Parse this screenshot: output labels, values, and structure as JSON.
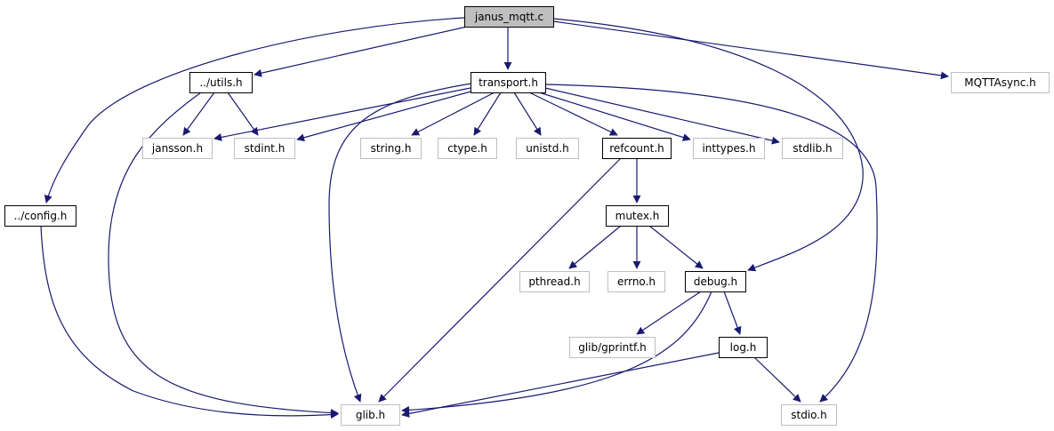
{
  "colors": {
    "edge": "#191970",
    "root_fill": "#bfbfbf",
    "documented_border": "#000000",
    "external_border": "#bfbfbf",
    "node_fill": "#ffffff"
  },
  "graph": {
    "nodes": [
      {
        "id": "janus_mqtt_c",
        "label": "janus_mqtt.c",
        "style": "root"
      },
      {
        "id": "utils_h",
        "label": "../utils.h",
        "style": "documented"
      },
      {
        "id": "transport_h",
        "label": "transport.h",
        "style": "documented"
      },
      {
        "id": "mqttasync_h",
        "label": "MQTTAsync.h",
        "style": "external"
      },
      {
        "id": "config_h",
        "label": "../config.h",
        "style": "documented"
      },
      {
        "id": "jansson_h",
        "label": "jansson.h",
        "style": "external"
      },
      {
        "id": "stdint_h",
        "label": "stdint.h",
        "style": "external"
      },
      {
        "id": "string_h",
        "label": "string.h",
        "style": "external"
      },
      {
        "id": "ctype_h",
        "label": "ctype.h",
        "style": "external"
      },
      {
        "id": "unistd_h",
        "label": "unistd.h",
        "style": "external"
      },
      {
        "id": "refcount_h",
        "label": "refcount.h",
        "style": "documented"
      },
      {
        "id": "inttypes_h",
        "label": "inttypes.h",
        "style": "external"
      },
      {
        "id": "stdlib_h",
        "label": "stdlib.h",
        "style": "external"
      },
      {
        "id": "mutex_h",
        "label": "mutex.h",
        "style": "documented"
      },
      {
        "id": "pthread_h",
        "label": "pthread.h",
        "style": "external"
      },
      {
        "id": "errno_h",
        "label": "errno.h",
        "style": "external"
      },
      {
        "id": "debug_h",
        "label": "debug.h",
        "style": "documented"
      },
      {
        "id": "glib_gprintf_h",
        "label": "glib/gprintf.h",
        "style": "external"
      },
      {
        "id": "log_h",
        "label": "log.h",
        "style": "documented"
      },
      {
        "id": "glib_h",
        "label": "glib.h",
        "style": "external"
      },
      {
        "id": "stdio_h",
        "label": "stdio.h",
        "style": "external"
      }
    ],
    "edges": [
      {
        "from": "janus_mqtt_c",
        "to": "utils_h"
      },
      {
        "from": "janus_mqtt_c",
        "to": "transport_h"
      },
      {
        "from": "janus_mqtt_c",
        "to": "mqttasync_h"
      },
      {
        "from": "janus_mqtt_c",
        "to": "config_h"
      },
      {
        "from": "janus_mqtt_c",
        "to": "debug_h"
      },
      {
        "from": "utils_h",
        "to": "jansson_h"
      },
      {
        "from": "utils_h",
        "to": "stdint_h"
      },
      {
        "from": "utils_h",
        "to": "glib_h"
      },
      {
        "from": "transport_h",
        "to": "jansson_h"
      },
      {
        "from": "transport_h",
        "to": "stdint_h"
      },
      {
        "from": "transport_h",
        "to": "string_h"
      },
      {
        "from": "transport_h",
        "to": "ctype_h"
      },
      {
        "from": "transport_h",
        "to": "unistd_h"
      },
      {
        "from": "transport_h",
        "to": "refcount_h"
      },
      {
        "from": "transport_h",
        "to": "inttypes_h"
      },
      {
        "from": "transport_h",
        "to": "stdlib_h"
      },
      {
        "from": "transport_h",
        "to": "glib_h"
      },
      {
        "from": "transport_h",
        "to": "stdio_h"
      },
      {
        "from": "config_h",
        "to": "glib_h"
      },
      {
        "from": "refcount_h",
        "to": "mutex_h"
      },
      {
        "from": "refcount_h",
        "to": "glib_h"
      },
      {
        "from": "mutex_h",
        "to": "pthread_h"
      },
      {
        "from": "mutex_h",
        "to": "errno_h"
      },
      {
        "from": "mutex_h",
        "to": "debug_h"
      },
      {
        "from": "debug_h",
        "to": "glib_gprintf_h"
      },
      {
        "from": "debug_h",
        "to": "log_h"
      },
      {
        "from": "debug_h",
        "to": "glib_h"
      },
      {
        "from": "log_h",
        "to": "glib_h"
      },
      {
        "from": "log_h",
        "to": "stdio_h"
      }
    ]
  }
}
